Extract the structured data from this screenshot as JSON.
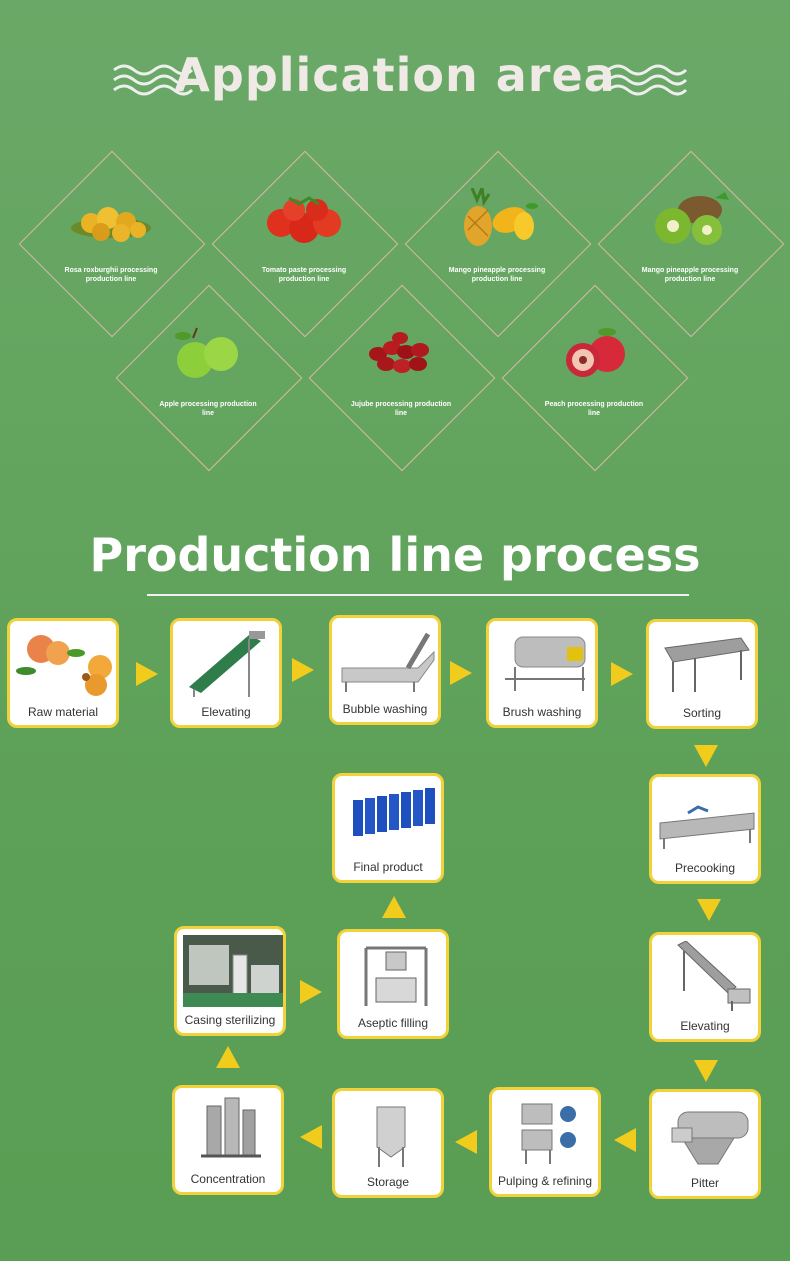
{
  "header": {
    "title": "Application area"
  },
  "applications": [
    {
      "label": "Rosa roxburghii processing production line",
      "icon": "rosa-roxburghii-fruit-icon"
    },
    {
      "label": "Tomato paste processing production line",
      "icon": "tomato-icon"
    },
    {
      "label": "Mango pineapple processing production line",
      "icon": "mango-pineapple-icon"
    },
    {
      "label": "Mango pineapple processing production line",
      "icon": "kiwi-fruit-icon"
    },
    {
      "label": "Apple processing production line",
      "icon": "apple-icon"
    },
    {
      "label": "Jujube processing production line",
      "icon": "jujube-icon"
    },
    {
      "label": "Peach processing production line",
      "icon": "peach-icon"
    }
  ],
  "process": {
    "title": "Production line process",
    "steps": [
      {
        "label": "Raw material"
      },
      {
        "label": "Elevating"
      },
      {
        "label": "Bubble washing"
      },
      {
        "label": "Brush washing"
      },
      {
        "label": "Sorting"
      },
      {
        "label": "Precooking"
      },
      {
        "label": "Elevating"
      },
      {
        "label": "Pitter"
      },
      {
        "label": "Pulping & refining"
      },
      {
        "label": "Storage"
      },
      {
        "label": "Concentration"
      },
      {
        "label": "Casing sterilizing"
      },
      {
        "label": "Aseptic filling"
      },
      {
        "label": "Final product"
      }
    ]
  },
  "colors": {
    "background": "#62a45e",
    "arrow": "#f2cc1d",
    "step_border": "#f1d23a"
  }
}
